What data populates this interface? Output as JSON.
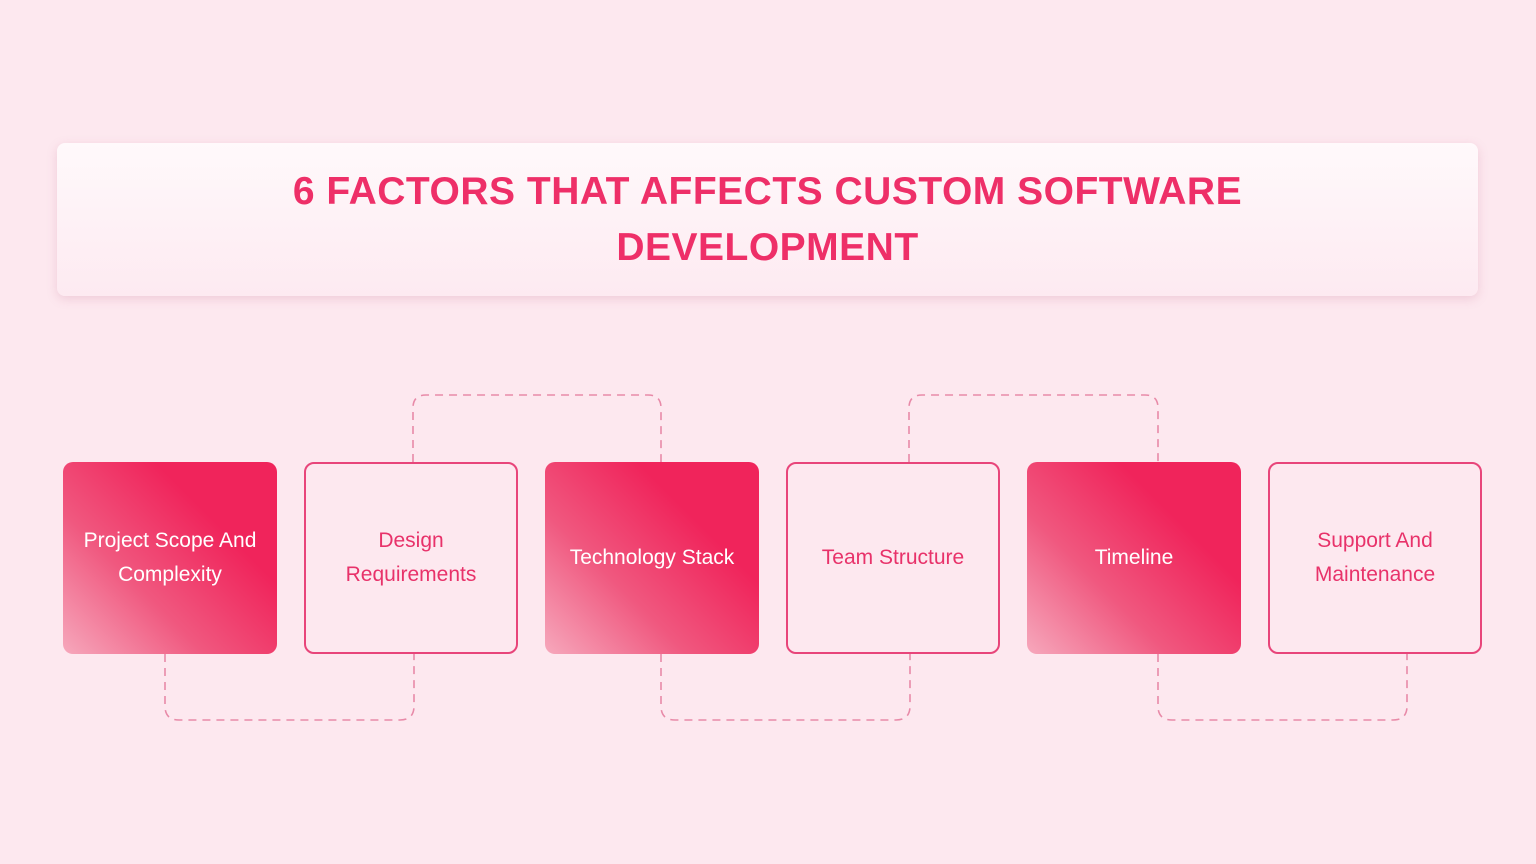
{
  "header": {
    "title": "6 FACTORS THAT AFFECTS CUSTOM SOFTWARE DEVELOPMENT"
  },
  "factors": [
    {
      "label": "Project Scope And Complexity",
      "style": "filled"
    },
    {
      "label": "Design Requirements",
      "style": "outline"
    },
    {
      "label": "Technology Stack",
      "style": "filled"
    },
    {
      "label": "Team Structure",
      "style": "outline"
    },
    {
      "label": "Timeline",
      "style": "filled"
    },
    {
      "label": "Support And Maintenance",
      "style": "outline"
    }
  ],
  "colors": {
    "background": "#fde8ef",
    "accent": "#ee2f68",
    "outline": "#e8457a",
    "connector": "#e88aa8"
  }
}
